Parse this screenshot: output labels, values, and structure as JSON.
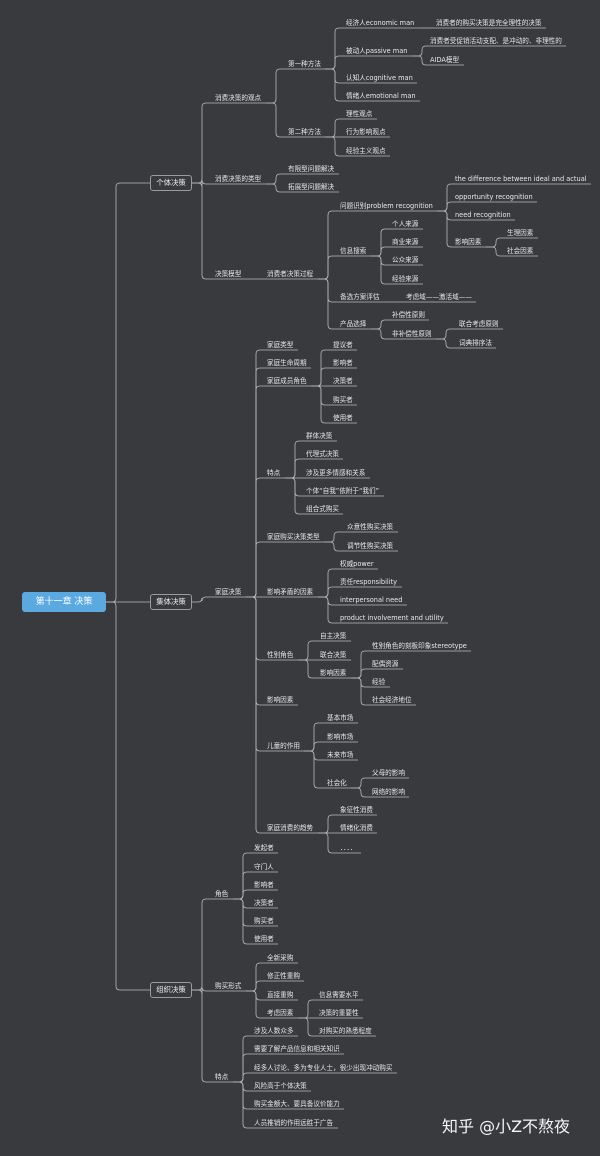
{
  "root": "第十一章 决策",
  "groups": [
    {
      "label": "个体决策",
      "branches": [
        {
          "label": "消费决策的观点",
          "children": [
            {
              "label": "第一种方法",
              "children": [
                {
                  "label": "经济人economic man",
                  "children": [
                    {
                      "label": "消费者的购买决策是完全理性的决策"
                    }
                  ]
                },
                {
                  "label": "被动人passive man",
                  "children": [
                    {
                      "label": "消费者受促销活动支配、是冲动的、非理性的"
                    },
                    {
                      "label": "AIDA模型"
                    }
                  ]
                },
                {
                  "label": "认知人cognitive man"
                },
                {
                  "label": "情绪人emotional man"
                }
              ]
            },
            {
              "label": "第二种方法",
              "children": [
                {
                  "label": "理性观点"
                },
                {
                  "label": "行为影响观点"
                },
                {
                  "label": "经验主义观点"
                }
              ]
            }
          ]
        },
        {
          "label": "消费决策的类型",
          "children": [
            {
              "label": "有限型问题解决"
            },
            {
              "label": "拓展型问题解决"
            }
          ]
        },
        {
          "label": "决策模型",
          "children": [
            {
              "label": "消费者决策过程",
              "children": [
                {
                  "label": "问题识别problem recognition",
                  "children": [
                    {
                      "label": "the difference between ideal and actual"
                    },
                    {
                      "label": "opportunity recognition"
                    },
                    {
                      "label": "need recognition"
                    },
                    {
                      "label": "影响因素",
                      "children": [
                        {
                          "label": "生理因素"
                        },
                        {
                          "label": "社会因素"
                        }
                      ]
                    }
                  ]
                },
                {
                  "label": "信息搜索",
                  "children": [
                    {
                      "label": "个人来源"
                    },
                    {
                      "label": "商业来源"
                    },
                    {
                      "label": "公众来源"
                    },
                    {
                      "label": "经验来源"
                    }
                  ]
                },
                {
                  "label": "备选方案评估",
                  "children": [
                    {
                      "label": "考虑域——激活域——"
                    }
                  ]
                },
                {
                  "label": "产品选择",
                  "children": [
                    {
                      "label": "补偿性原则"
                    },
                    {
                      "label": "非补偿性原则",
                      "children": [
                        {
                          "label": "联合考虑原则"
                        },
                        {
                          "label": "词典排序法"
                        }
                      ]
                    }
                  ]
                }
              ]
            }
          ]
        }
      ]
    },
    {
      "label": "集体决策",
      "branches": [
        {
          "label": "家庭决策",
          "children": [
            {
              "label": "家庭类型"
            },
            {
              "label": "家庭生命周期"
            },
            {
              "label": "家庭成员角色",
              "children": [
                {
                  "label": "提议者"
                },
                {
                  "label": "影响者"
                },
                {
                  "label": "决策者"
                },
                {
                  "label": "购买者"
                },
                {
                  "label": "使用者"
                }
              ]
            },
            {
              "label": "特点",
              "children": [
                {
                  "label": "群体决策"
                },
                {
                  "label": "代理式决策"
                },
                {
                  "label": "涉及更多情感和关系"
                },
                {
                  "label": "个体“自我”依附于“我们”"
                },
                {
                  "label": "组合式购买"
                }
              ]
            },
            {
              "label": "家庭购买决策类型",
              "children": [
                {
                  "label": "众意性购买决策"
                },
                {
                  "label": "调节性购买决策"
                }
              ]
            },
            {
              "label": "影响矛盾的因素",
              "children": [
                {
                  "label": "权威power"
                },
                {
                  "label": "责任responsibility"
                },
                {
                  "label": "interpersonal need"
                },
                {
                  "label": "product involvement and utility"
                }
              ]
            },
            {
              "label": "性别角色",
              "children": [
                {
                  "label": "自主决策"
                },
                {
                  "label": "联合决策"
                },
                {
                  "label": "影响因素",
                  "children": [
                    {
                      "label": "性别角色的刻板印象stereotype"
                    },
                    {
                      "label": "配偶资源"
                    },
                    {
                      "label": "经验"
                    },
                    {
                      "label": "社会经济地位"
                    }
                  ]
                }
              ]
            },
            {
              "label": "影响因素"
            },
            {
              "label": "儿童的作用",
              "children": [
                {
                  "label": "基本市场"
                },
                {
                  "label": "影响市场"
                },
                {
                  "label": "未来市场"
                },
                {
                  "label": "社会化",
                  "children": [
                    {
                      "label": "父母的影响"
                    },
                    {
                      "label": "网络的影响"
                    }
                  ]
                }
              ]
            },
            {
              "label": "家庭消费的趋势",
              "children": [
                {
                  "label": "象征性消费"
                },
                {
                  "label": "情绪化消费"
                },
                {
                  "label": "．．．．"
                }
              ]
            }
          ]
        }
      ]
    },
    {
      "label": "组织决策",
      "branches": [
        {
          "label": "角色",
          "children": [
            {
              "label": "发起者"
            },
            {
              "label": "守门人"
            },
            {
              "label": "影响者"
            },
            {
              "label": "决策者"
            },
            {
              "label": "购买者"
            },
            {
              "label": "使用者"
            }
          ]
        },
        {
          "label": "购买形式",
          "children": [
            {
              "label": "全新采购"
            },
            {
              "label": "修正性重购"
            },
            {
              "label": "直接重购"
            },
            {
              "label": "考虑因素",
              "children": [
                {
                  "label": "信息需要水平"
                },
                {
                  "label": "决策的重要性"
                },
                {
                  "label": "对购买的熟悉程度"
                }
              ]
            }
          ]
        },
        {
          "label": "特点",
          "children": [
            {
              "label": "涉及人数众多"
            },
            {
              "label": "需要了解产品信息和相关知识"
            },
            {
              "label": "经多人讨论、多为专业人士，很少出现冲动购买"
            },
            {
              "label": "风险高于个体决策"
            },
            {
              "label": "购买金额大、要具备议价能力"
            },
            {
              "label": "人员推销的作用远胜于广告"
            }
          ]
        }
      ]
    }
  ],
  "watermark": "知乎 @小Z不熬夜",
  "colors": {
    "background": "#393a3e",
    "line": "#b9babd",
    "root": "#5aa9e0",
    "text": "#e9e9e9"
  }
}
